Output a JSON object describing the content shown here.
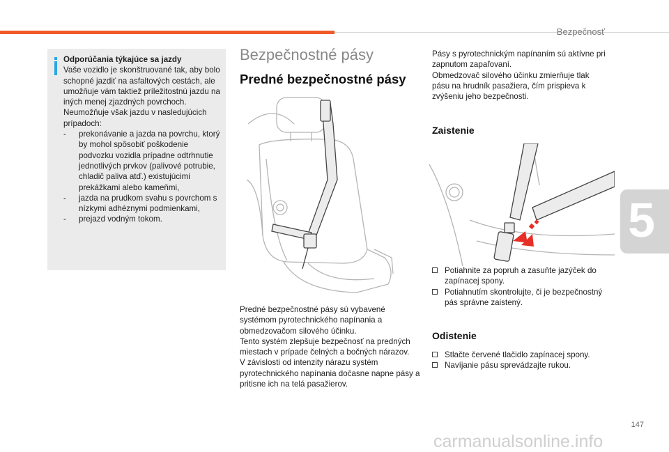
{
  "header": {
    "section_title": "Bezpečnosť",
    "chapter_number": "5",
    "page_number": "147"
  },
  "info_box": {
    "title": "Odporúčania týkajúce sa jazdy",
    "intro": "Vaše vozidlo je skonštruované tak, aby bolo schopné jazdiť na asfaltových cestách, ale umožňuje vám taktiež príležitostnú jazdu na iných menej zjazdných povrchoch.",
    "intro2": "Neumožňuje však jazdu v nasledujúcich prípadoch:",
    "items": [
      {
        "dash": "-",
        "text": "prekonávanie a jazda na povrchu, ktorý by mohol spôsobiť poškodenie podvozku vozidla prípadne odtrhnutie jednotlivých prvkov (palivové potrubie, chladič paliva atď.) existujúcimi prekážkami alebo kameňmi,"
      },
      {
        "dash": "-",
        "text": "jazda na prudkom svahu s povrchom s nízkymi adhéznymi podmienkami,"
      },
      {
        "dash": "-",
        "text": "prejazd vodným tokom."
      }
    ]
  },
  "main": {
    "title": "Bezpečnostné pásy",
    "subtitle": "Predné bezpečnostné pásy",
    "body1": "Predné bezpečnostné pásy sú vybavené systémom pyrotechnického napínania a obmedzovačom silového účinku.",
    "body2": "Tento systém zlepšuje bezpečnosť na predných miestach v prípade čelných a bočných nárazov.",
    "body3": "V závislosti od intenzity nárazu systém pyrotechnického napínania dočasne napne pásy a pritisne ich na telá pasažierov."
  },
  "right": {
    "intro1": "Pásy s pyrotechnickým napínaním sú aktívne pri zapnutom zapaľovaní.",
    "intro2": "Obmedzovač silového účinku zmierňuje tlak pásu na hrudník pasažiera, čím prispieva k zvýšeniu jeho bezpečnosti.",
    "fasten_title": "Zaistenie",
    "fasten_items": [
      "Potiahnite za popruh a zasuňte jazýček do zapínacej spony.",
      "Potiahnutím skontrolujte, či je bezpečnostný pás správne zaistený."
    ],
    "release_title": "Odistenie",
    "release_items": [
      "Stlačte červené tlačidlo zapínacej spony.",
      "Navíjanie pásu sprevádzajte rukou."
    ]
  },
  "watermark": "carmanualsonline.info",
  "colors": {
    "accent": "#f05a28",
    "info": "#2aa7e0",
    "box": "#ebebeb",
    "arrow": "#e63027"
  }
}
